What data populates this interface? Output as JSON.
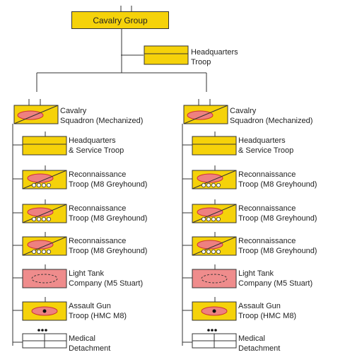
{
  "title": "Cavalry Group",
  "headquarters": {
    "line1": "Headquarters",
    "line2": "Troop"
  },
  "columns": [
    {
      "squadron": {
        "line1": "Cavalry",
        "line2": "Squadron (Mechanized)"
      },
      "units": [
        {
          "line1": "Headquarters",
          "line2": "& Service Troop",
          "symbol": "hq-service"
        },
        {
          "line1": "Reconnaissance",
          "line2": "Troop (M8 Greyhound)",
          "symbol": "recon-wheeled"
        },
        {
          "line1": "Reconnaissance",
          "line2": "Troop (M8 Greyhound)",
          "symbol": "recon-wheeled"
        },
        {
          "line1": "Reconnaissance",
          "line2": "Troop (M8 Greyhound)",
          "symbol": "recon-wheeled"
        },
        {
          "line1": "Light Tank",
          "line2": "Company (M5 Stuart)",
          "symbol": "light-tank"
        },
        {
          "line1": "Assault Gun",
          "line2": "Troop (HMC M8)",
          "symbol": "assault-gun"
        },
        {
          "line1": "Medical",
          "line2": "Detachment",
          "symbol": "medical"
        }
      ]
    },
    {
      "squadron": {
        "line1": "Cavalry",
        "line2": "Squadron (Mechanized)"
      },
      "units": [
        {
          "line1": "Headquarters",
          "line2": "& Service Troop",
          "symbol": "hq-service"
        },
        {
          "line1": "Reconnaissance",
          "line2": "Troop (M8 Greyhound)",
          "symbol": "recon-wheeled"
        },
        {
          "line1": "Reconnaissance",
          "line2": "Troop (M8 Greyhound)",
          "symbol": "recon-wheeled"
        },
        {
          "line1": "Reconnaissance",
          "line2": "Troop (M8 Greyhound)",
          "symbol": "recon-wheeled"
        },
        {
          "line1": "Light Tank",
          "line2": "Company (M5 Stuart)",
          "symbol": "light-tank"
        },
        {
          "line1": "Assault Gun",
          "line2": "Troop (HMC M8)",
          "symbol": "assault-gun"
        },
        {
          "line1": "Medical",
          "line2": "Detachment",
          "symbol": "medical"
        }
      ]
    }
  ],
  "colors": {
    "unit_fill": "#f5d20a",
    "armor_fill": "#ee8080",
    "tank_fill": "#ef8c8c",
    "line": "#333333"
  }
}
